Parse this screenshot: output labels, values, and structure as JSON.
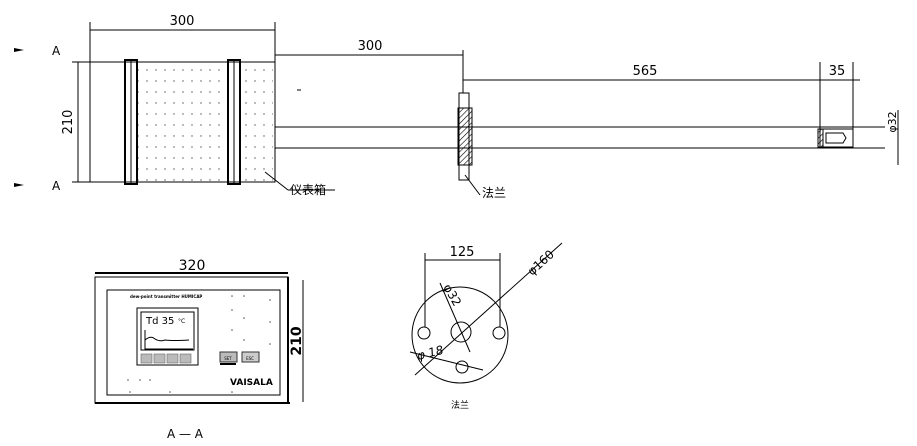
{
  "side_view": {
    "section_mark_top": "A",
    "section_mark_bottom": "A",
    "dim_box_width": "300",
    "dim_box_height": "210",
    "dim_to_flange": "300",
    "dim_probe_length": "565",
    "dim_tip_length": "35",
    "dim_probe_diameter": "φ32",
    "label_box": "仪表箱",
    "label_flange": "法兰"
  },
  "section_view": {
    "dim_width": "320",
    "dim_height": "210",
    "panel_title": "dew-point transmitter HUMICAP",
    "display_reading": "Td 35",
    "display_unit": "°C",
    "button_1": "SET",
    "button_2": "ESC",
    "brand": "VAISALA",
    "caption": "A — A"
  },
  "flange_view": {
    "dim_bolt_spacing": "125",
    "dim_outer_diameter": "φ160",
    "dim_center_hole": "φ32",
    "dim_bolt_hole": "φ 18",
    "caption": "法兰"
  }
}
